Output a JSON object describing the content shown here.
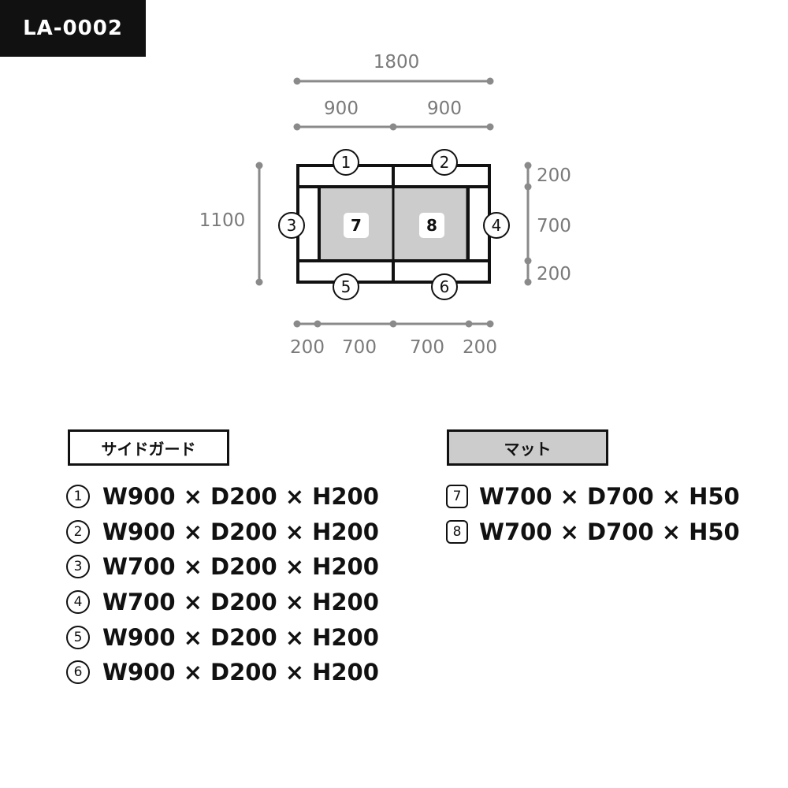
{
  "product_code": "LA-0002",
  "dimensions": {
    "overall_width": "1800",
    "top_split": [
      "900",
      "900"
    ],
    "overall_depth": "1100",
    "right_split": [
      "200",
      "700",
      "200"
    ],
    "bottom_split": [
      "200",
      "700",
      "700",
      "200"
    ]
  },
  "plan_labels": {
    "guards": [
      "1",
      "2",
      "3",
      "4",
      "5",
      "6"
    ],
    "mats": [
      "7",
      "8"
    ]
  },
  "legend": {
    "side_guard": {
      "heading": "サイドガード",
      "items": [
        {
          "num": "1",
          "spec": "W900 × D200 × H200"
        },
        {
          "num": "2",
          "spec": "W900 × D200 × H200"
        },
        {
          "num": "3",
          "spec": "W700 × D200 × H200"
        },
        {
          "num": "4",
          "spec": "W700 × D200 × H200"
        },
        {
          "num": "5",
          "spec": "W900 × D200 × H200"
        },
        {
          "num": "6",
          "spec": "W900 × D200 × H200"
        }
      ]
    },
    "mat": {
      "heading": "マット",
      "items": [
        {
          "num": "7",
          "spec": "W700 × D700 × H50"
        },
        {
          "num": "8",
          "spec": "W700 × D700 × H50"
        }
      ]
    }
  },
  "colors": {
    "badge_bg": "#111111",
    "outline": "#111111",
    "dimension": "#8a8a8a",
    "mat_fill": "#cccccc"
  }
}
